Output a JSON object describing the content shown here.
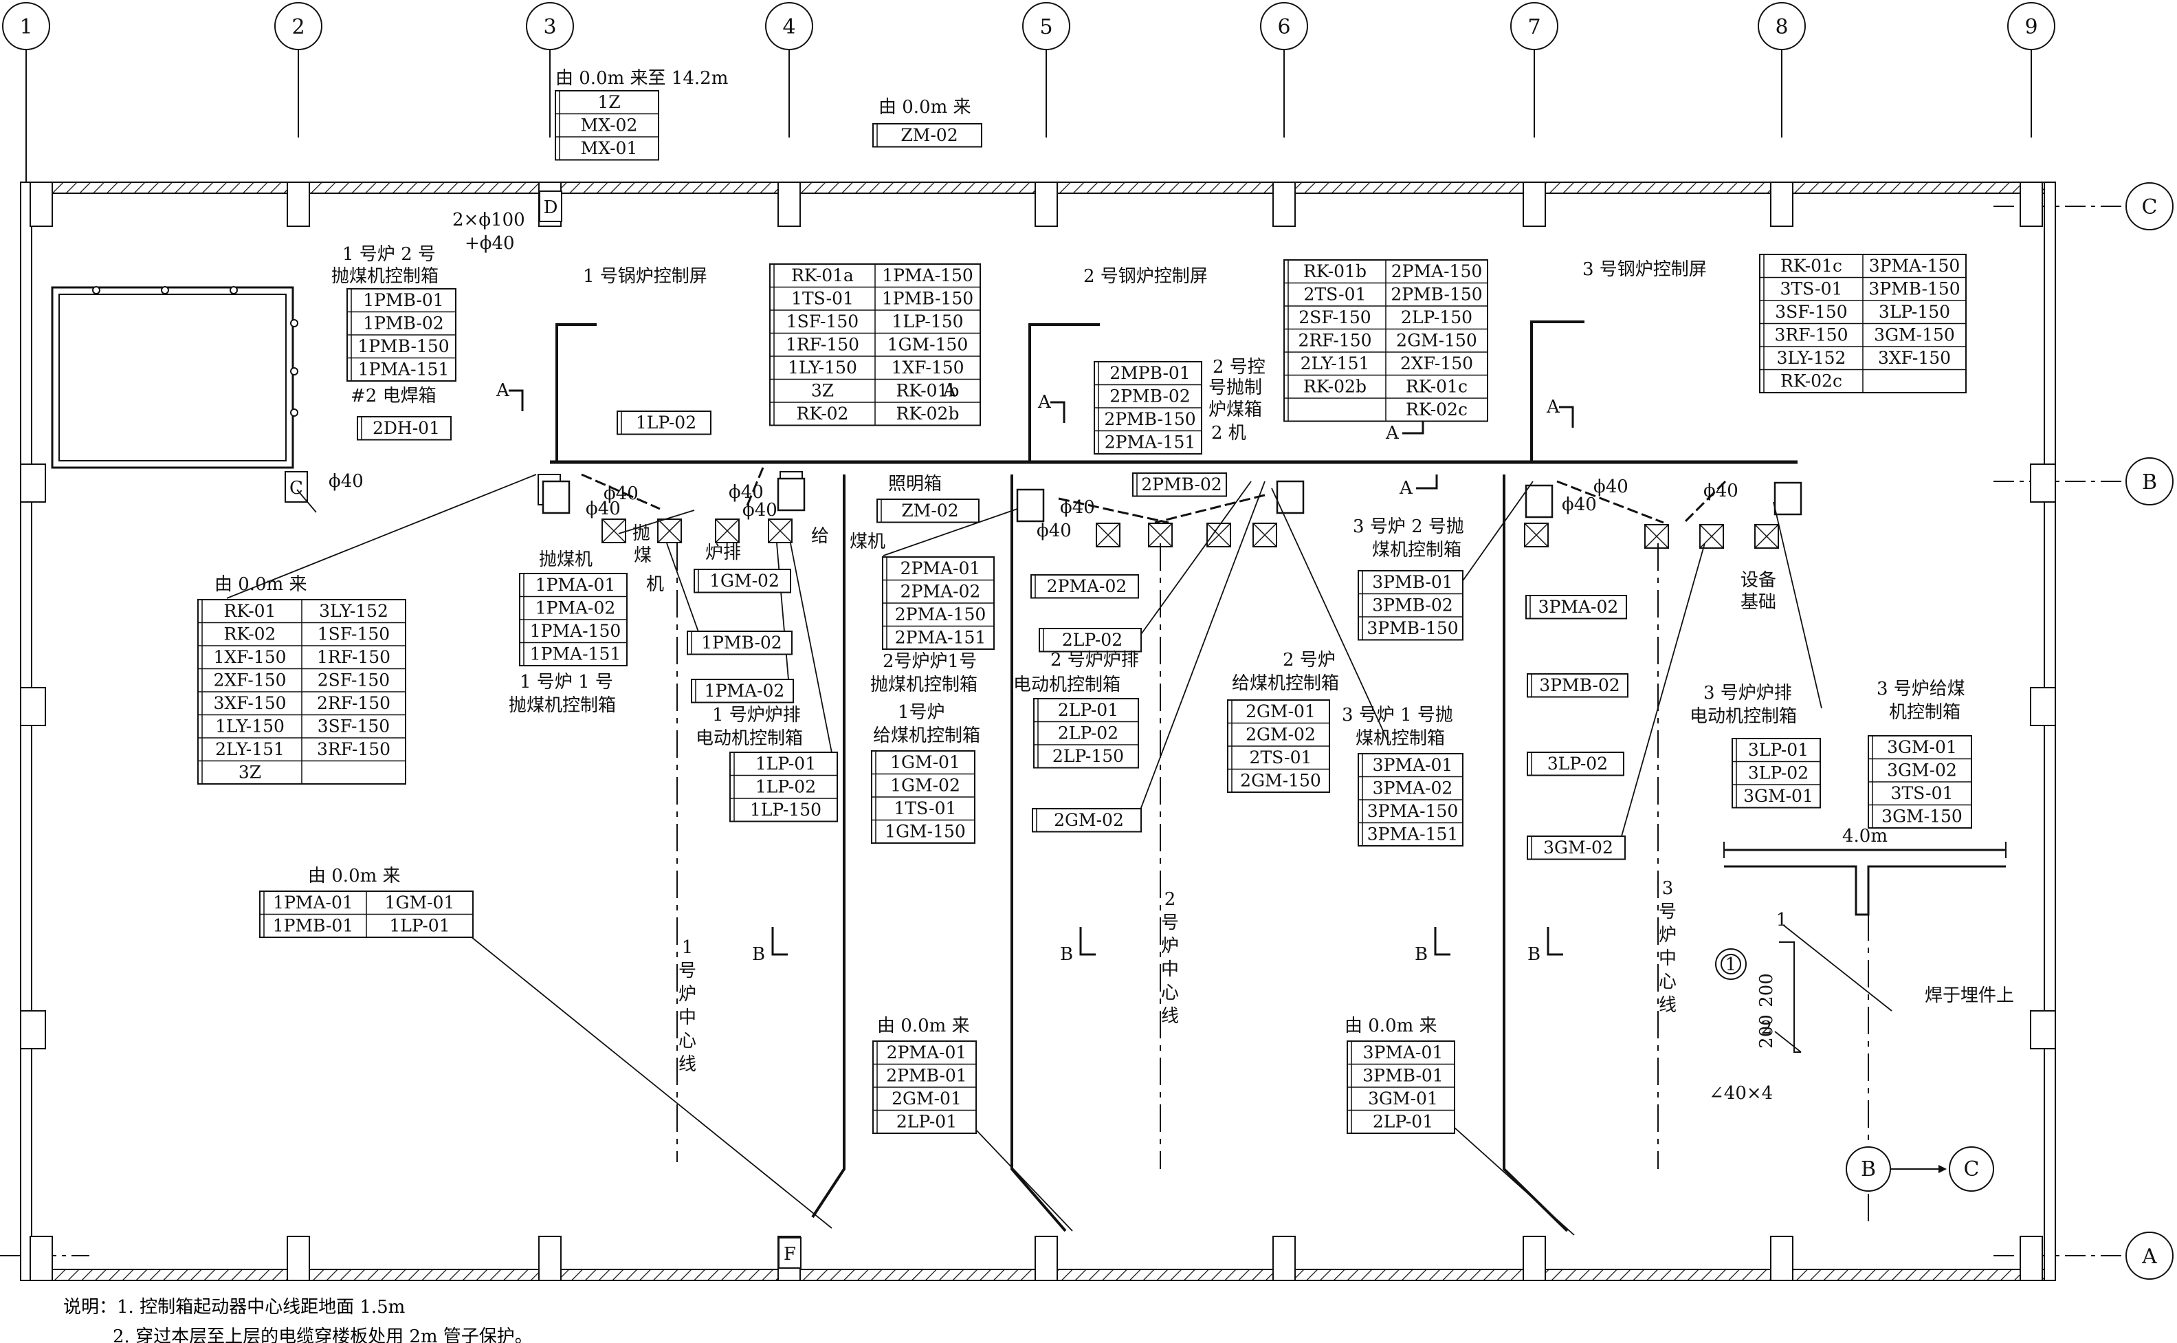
{
  "grid_columns": [
    "1",
    "2",
    "3",
    "4",
    "5",
    "6",
    "7",
    "8",
    "9"
  ],
  "grid_rows": [
    "C",
    "B",
    "A"
  ],
  "column_markers": [
    "D",
    "A",
    "B",
    "C",
    "F"
  ],
  "top_notes": {
    "from_to": "由 0.0m 来至 14.2m",
    "from_a": "由 0.0m 来",
    "pipes": "2×ϕ100",
    "pipes2": "+ϕ40"
  },
  "tables": {
    "t_1z": [
      [
        "1Z"
      ],
      [
        "MX-02"
      ],
      [
        "MX-01"
      ]
    ],
    "t_zm02_top": [
      [
        "ZM-02"
      ]
    ],
    "t_ctrl1": [
      [
        "RK-01a",
        "1PMA-150"
      ],
      [
        "1TS-01",
        "1PMB-150"
      ],
      [
        "1SF-150",
        "1LP-150"
      ],
      [
        "1RF-150",
        "1GM-150"
      ],
      [
        "1LY-150",
        "1XF-150"
      ],
      [
        "3Z",
        "RK-01b"
      ],
      [
        "RK-02",
        "RK-02b"
      ]
    ],
    "t_ctrl2": [
      [
        "RK-01b",
        "2PMA-150"
      ],
      [
        "2TS-01",
        "2PMB-150"
      ],
      [
        "2SF-150",
        "2LP-150"
      ],
      [
        "2RF-150",
        "2GM-150"
      ],
      [
        "2LY-151",
        "2XF-150"
      ],
      [
        "RK-02b",
        "RK-01c"
      ],
      [
        "",
        "RK-02c"
      ]
    ],
    "t_ctrl3": [
      [
        "RK-01c",
        "3PMA-150"
      ],
      [
        "3TS-01",
        "3PMB-150"
      ],
      [
        "3SF-150",
        "3LP-150"
      ],
      [
        "3RF-150",
        "3GM-150"
      ],
      [
        "3LY-152",
        "3XF-150"
      ],
      [
        "RK-02c",
        ""
      ]
    ],
    "t_1pmb": [
      [
        "1PMB-01"
      ],
      [
        "1PMB-02"
      ],
      [
        "1PMB-150"
      ],
      [
        "1PMA-151"
      ]
    ],
    "t_2dh": [
      [
        "2DH-01"
      ]
    ],
    "t_1lp02": [
      [
        "1LP-02"
      ]
    ],
    "t_2mpb": [
      [
        "2MPB-01"
      ],
      [
        "2PMB-02"
      ],
      [
        "2PMB-150"
      ],
      [
        "2PMA-151"
      ]
    ],
    "t_2pmb02": [
      [
        "2PMB-02"
      ]
    ],
    "t_zm02_mid": [
      [
        "ZM-02"
      ]
    ],
    "t_main_left": [
      [
        "RK-01",
        "3LY-152"
      ],
      [
        "RK-02",
        "1SF-150"
      ],
      [
        "1XF-150",
        "1RF-150"
      ],
      [
        "2XF-150",
        "2SF-150"
      ],
      [
        "3XF-150",
        "2RF-150"
      ],
      [
        "1LY-150",
        "3SF-150"
      ],
      [
        "2LY-151",
        "3RF-150"
      ],
      [
        "3Z",
        ""
      ]
    ],
    "t_1pma": [
      [
        "1PMA-01"
      ],
      [
        "1PMA-02"
      ],
      [
        "1PMA-150"
      ],
      [
        "1PMA-151"
      ]
    ],
    "t_1gm02": [
      [
        "1GM-02"
      ]
    ],
    "t_1pmb02": [
      [
        "1PMB-02"
      ]
    ],
    "t_1pma02": [
      [
        "1PMA-02"
      ]
    ],
    "t_1lp": [
      [
        "1LP-01"
      ],
      [
        "1LP-02"
      ],
      [
        "1LP-150"
      ]
    ],
    "t_2pma": [
      [
        "2PMA-01"
      ],
      [
        "2PMA-02"
      ],
      [
        "2PMA-150"
      ],
      [
        "2PMA-151"
      ]
    ],
    "t_1gm": [
      [
        "1GM-01"
      ],
      [
        "1GM-02"
      ],
      [
        "1TS-01"
      ],
      [
        "1GM-150"
      ]
    ],
    "t_2pma02": [
      [
        "2PMA-02"
      ]
    ],
    "t_2lp02": [
      [
        "2LP-02"
      ]
    ],
    "t_2lp": [
      [
        "2LP-01"
      ],
      [
        "2LP-02"
      ],
      [
        "2LP-150"
      ]
    ],
    "t_2gm02": [
      [
        "2GM-02"
      ]
    ],
    "t_2gm": [
      [
        "2GM-01"
      ],
      [
        "2GM-02"
      ],
      [
        "2TS-01"
      ],
      [
        "2GM-150"
      ]
    ],
    "t_3pmb": [
      [
        "3PMB-01"
      ],
      [
        "3PMB-02"
      ],
      [
        "3PMB-150"
      ]
    ],
    "t_3pma": [
      [
        "3PMA-01"
      ],
      [
        "3PMA-02"
      ],
      [
        "3PMA-150"
      ],
      [
        "3PMA-151"
      ]
    ],
    "t_3pma02": [
      [
        "3PMA-02"
      ]
    ],
    "t_3pmb02": [
      [
        "3PMB-02"
      ]
    ],
    "t_3lp02": [
      [
        "3LP-02"
      ]
    ],
    "t_3gm02": [
      [
        "3GM-02"
      ]
    ],
    "t_3lp": [
      [
        "3LP-01"
      ],
      [
        "3LP-02"
      ],
      [
        "3GM-01"
      ]
    ],
    "t_3gm": [
      [
        "3GM-01"
      ],
      [
        "3GM-02"
      ],
      [
        "3TS-01"
      ],
      [
        "3GM-150"
      ]
    ],
    "t_bot1": [
      [
        "1PMA-01",
        "1GM-01"
      ],
      [
        "1PMB-01",
        "1LP-01"
      ]
    ],
    "t_bot2": [
      [
        "2PMA-01"
      ],
      [
        "2PMB-01"
      ],
      [
        "2GM-01"
      ],
      [
        "2LP-01"
      ]
    ],
    "t_bot3": [
      [
        "3PMA-01"
      ],
      [
        "3PMB-01"
      ],
      [
        "3GM-01"
      ],
      [
        "2LP-01"
      ]
    ]
  },
  "labels": {
    "lbl_1boiler_screen": "1 号锅炉控制屏",
    "lbl_2boiler_screen": "2 号钢炉控制屏",
    "lbl_3boiler_screen": "3 号钢炉控制屏",
    "lbl_12_a": "1 号炉 2 号",
    "lbl_12_b": "抛煤机控制箱",
    "lbl_weld": "#2 电焊箱",
    "lbl_2ctrl_a": "2 号控",
    "lbl_2ctrl_b": "号抛制",
    "lbl_2ctrl_c": "炉煤箱",
    "lbl_2ctrl_d": "2 机",
    "lbl_light": "照明箱",
    "lbl_from0_a": "由 0.0m 来",
    "lbl_from0_b": "由 0.0m 来",
    "lbl_from0_c": "由 0.0m 来",
    "lbl_from0_d": "由 0.0m 来",
    "lbl_from0_e": "由 0.0m 来",
    "lbl_paomeiji": "抛煤机",
    "lbl_pao": "抛",
    "lbl_mei": "煤",
    "lbl_ji": "机",
    "lbl_lupai": "炉排",
    "lbl_gei": "给",
    "lbl_meiji": "煤机",
    "lbl_11_a": "1 号炉 1 号",
    "lbl_11_b": "抛煤机控制箱",
    "lbl_1lp_a": "1 号炉炉排",
    "lbl_1lp_b": "电动机控制箱",
    "lbl_21_a": "2号炉炉1号",
    "lbl_21_b": "抛煤机控制箱",
    "lbl_1gm_a": "1号炉",
    "lbl_1gm_b": "给煤机控制箱",
    "lbl_2lp_a": "2 号炉炉排",
    "lbl_2lp_b": "电动机控制箱",
    "lbl_2gm_a": "2 号炉",
    "lbl_2gm_b": "给煤机控制箱",
    "lbl_32_a": "3 号炉 2 号抛",
    "lbl_32_b": "煤机控制箱",
    "lbl_31_a": "3 号炉 1 号抛",
    "lbl_31_b": "煤机控制箱",
    "lbl_3lp_a": "3 号炉炉排",
    "lbl_3lp_b": "电动机控制箱",
    "lbl_3gm_a": "3 号炉给煤",
    "lbl_3gm_b": "机控制箱",
    "lbl_equip_a": "设备",
    "lbl_equip_b": "基础",
    "lbl_weld_embed": "焊于埋件上",
    "lbl_angle": "∠40×4",
    "lbl_dim_40": "4.0m",
    "lbl_dim_200a": "200",
    "lbl_dim_200b": "200",
    "lbl_detail_1": "1",
    "lbl_detail_2": "2",
    "lbl_detail_circ": "1",
    "lbl_phi40": "ϕ40"
  },
  "centerlines": {
    "c1": [
      "1",
      "号",
      "炉",
      "中",
      "心",
      "线"
    ],
    "c2": [
      "2",
      "号",
      "炉",
      "中",
      "心",
      "线"
    ],
    "c3": [
      "3",
      "号",
      "炉",
      "中",
      "心",
      "线"
    ]
  },
  "notes": [
    "说明：1. 控制箱起动器中心线距地面 1.5m",
    "2. 穿过本层至上层的电缆穿楼板处用 2m 管子保护。"
  ]
}
